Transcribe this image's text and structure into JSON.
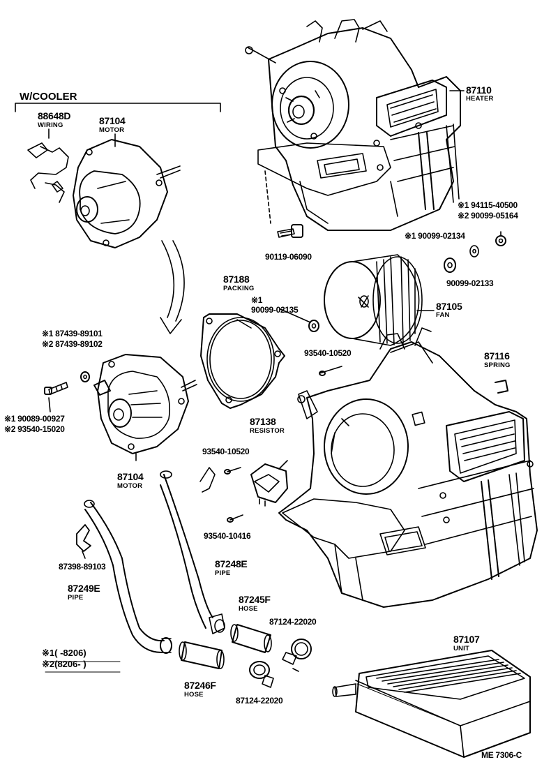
{
  "header": {
    "title": "W/COOLER"
  },
  "parts": {
    "wiring": {
      "number": "88648D",
      "name": "WIRING"
    },
    "motor_top": {
      "number": "87104",
      "name": "MOTOR"
    },
    "heater": {
      "number": "87110",
      "name": "HEATER"
    },
    "nut_940": {
      "line1": "※1 94115-40500",
      "line2": "※2 90099-05164"
    },
    "bolt_0609": {
      "number": "90119-06090"
    },
    "washer_a": {
      "number": "※1 90099-02134"
    },
    "washer_b": {
      "number": "90099-02133"
    },
    "packing": {
      "number": "87188",
      "name": "PACKING"
    },
    "washer_c": {
      "line1": "※1",
      "line2": "90099-02135"
    },
    "fan": {
      "number": "87105",
      "name": "FAN"
    },
    "grommet": {
      "line1": "※1 87439-89101",
      "line2": "※2 87439-89102"
    },
    "screw_105": {
      "number": "93540-10520"
    },
    "spring": {
      "number": "87116",
      "name": "SPRING"
    },
    "bolt_927": {
      "line1": "※1 90089-00927",
      "line2": "※2 93540-15020"
    },
    "resistor": {
      "number": "87138",
      "name": "RESISTOR"
    },
    "screw_105b": {
      "number": "93540-10520"
    },
    "motor_bottom": {
      "number": "87104",
      "name": "MOTOR"
    },
    "screw_416": {
      "number": "93540-10416"
    },
    "clamp": {
      "number": "87398-89103"
    },
    "pipe_e": {
      "number": "87248E",
      "name": "PIPE"
    },
    "pipe_249": {
      "number": "87249E",
      "name": "PIPE"
    },
    "hose_f": {
      "number": "87245F",
      "name": "HOSE"
    },
    "clip_a": {
      "number": "87124-22020"
    },
    "unit": {
      "number": "87107",
      "name": "UNIT"
    },
    "hose_246": {
      "number": "87246F",
      "name": "HOSE"
    },
    "clip_b": {
      "number": "87124-22020"
    }
  },
  "legend": {
    "row1": "※1(     -8206)",
    "row2": "※2(8206-          )"
  },
  "footer": {
    "code": "ME  7306-C"
  }
}
